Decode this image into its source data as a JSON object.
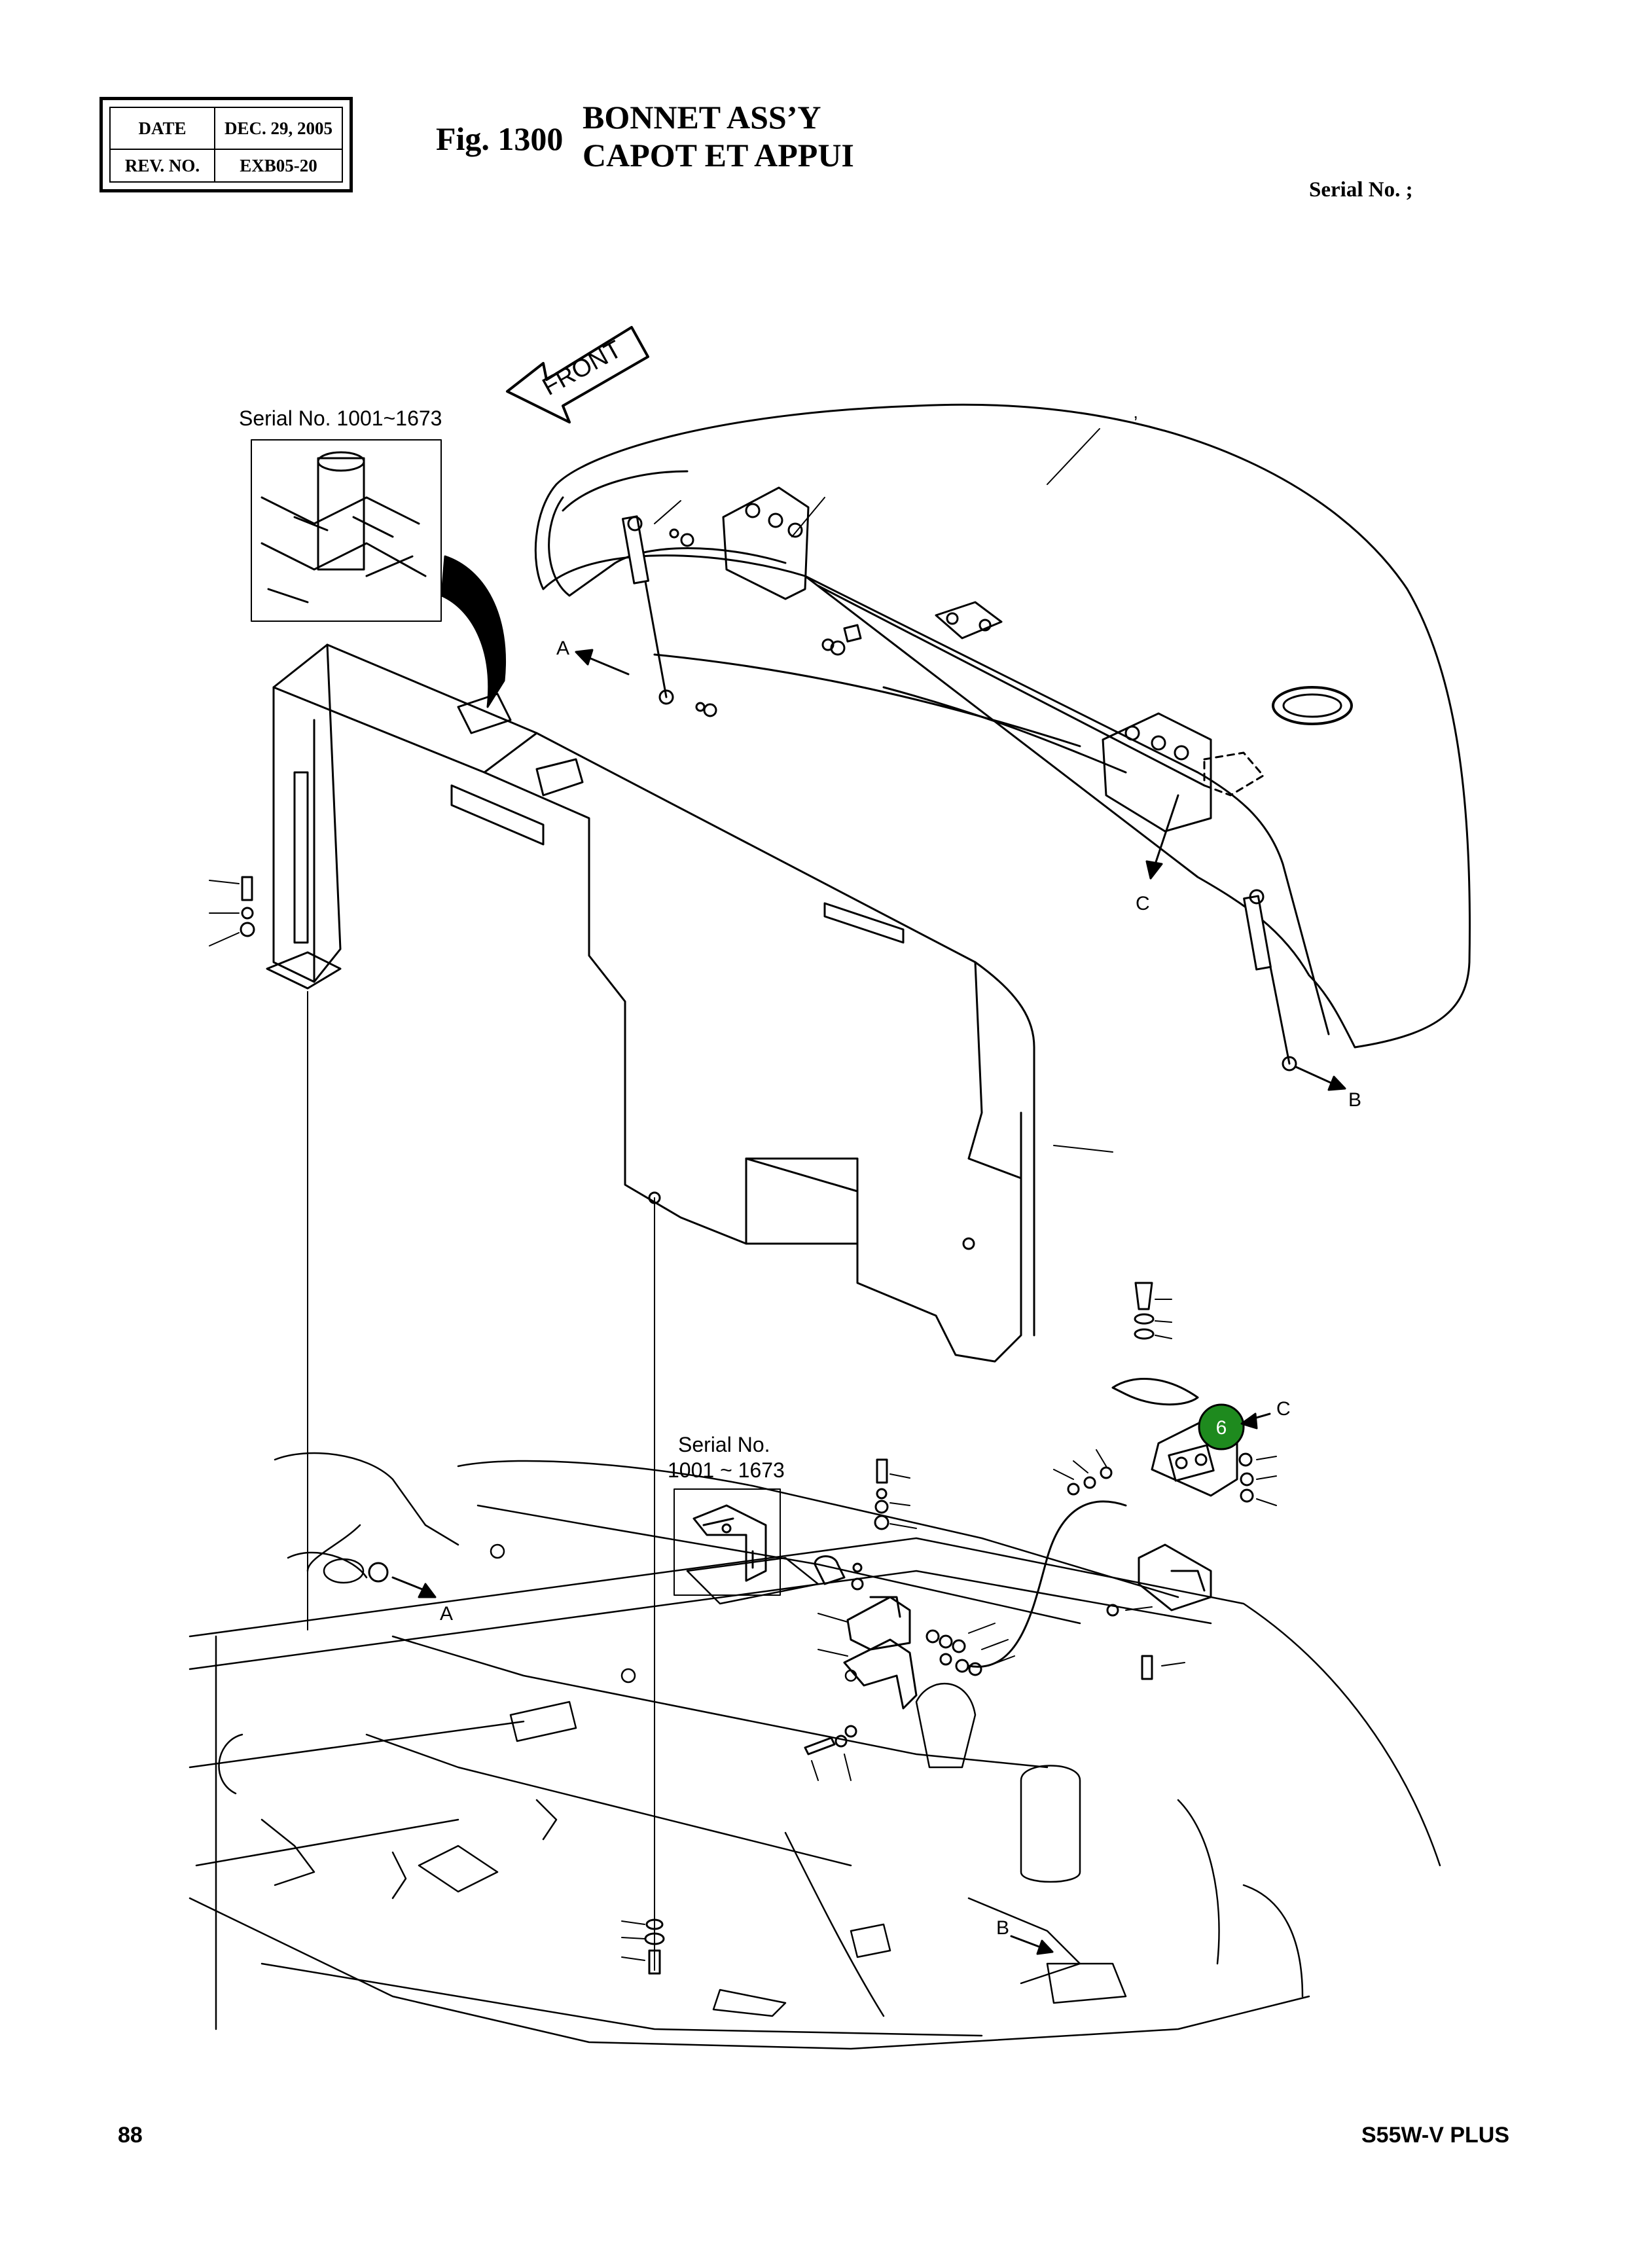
{
  "header": {
    "date_label": "DATE",
    "date_value": "DEC. 29, 2005",
    "rev_label": "REV. NO.",
    "rev_value": "EXB05-20",
    "figure_number": "Fig. 1300",
    "title_line1": "BONNET ASS’Y",
    "title_line2": "CAPOT ET APPUI",
    "serial_label": "Serial No. ;"
  },
  "diagram": {
    "front_arrow_label": "FRONT",
    "inset_top_label": "Serial No. 1001~1673",
    "inset_bottom_label_line1": "Serial No.",
    "inset_bottom_label_line2": "1001 ~ 1673",
    "callouts": {
      "a_upper": "A",
      "a_lower": "A",
      "b_upper": "B",
      "b_lower": "B",
      "c_upper": "C",
      "c_lower": "C"
    },
    "part_callout_number": "6",
    "part_callout_color": "#1e8a1e",
    "tick_mark": "’"
  },
  "footer": {
    "page_number": "88",
    "model": "S55W-V PLUS"
  }
}
